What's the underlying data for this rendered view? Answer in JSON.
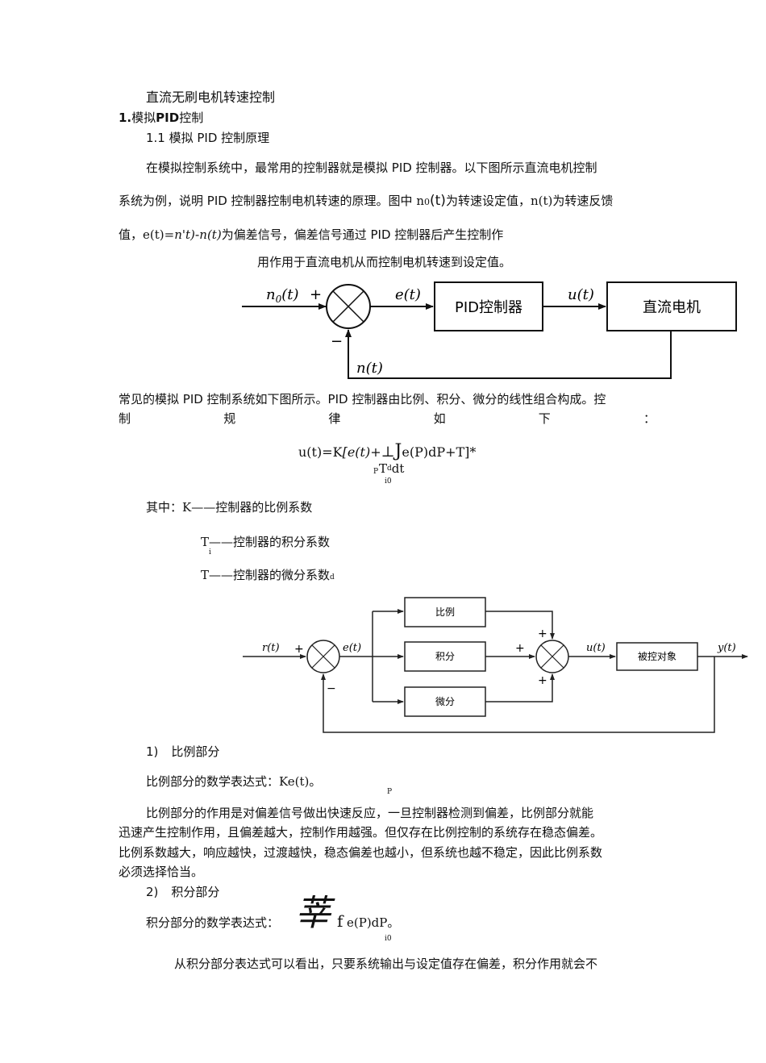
{
  "doc": {
    "title": "直流无刷电机转速控制",
    "h1_num": "1.",
    "h1_a": "模拟",
    "h1_b": "PID",
    "h1_c": "控制",
    "h2": "1.1 模拟 PID 控制原理",
    "p1_line1": "在模拟控制系统中，最常用的控制器就是模拟 PID 控制器。以下图所示直流电机控制",
    "p1_line2a": "系统为例，说明 PID 控制器控制电机转速的原理。图中 ",
    "p1_line2b": "n",
    "p1_line2c": "0",
    "p1_line2d": "(t)",
    "p1_line2e": "为转速设定值，",
    "p1_line2f": "n(t)",
    "p1_line2g": "为转速反馈",
    "p1_line3a": "值，",
    "p1_line3b": "e(t)=",
    "p1_line3c": "n't)",
    "p1_line3d": "-",
    "p1_line3e": "n(t)",
    "p1_line3f": "为偏差信号，偏差信号通过 PID 控制器后产生控制作",
    "p1_line4": "用作用于直流电机从而控制电机转速到设定值。",
    "p2_line1": "常见的模拟 PID 控制系统如下图所示。PID 控制器由比例、积分、微分的线性组合构成。控",
    "p2_line2": [
      "制",
      "规",
      "律",
      "如",
      "下",
      "："
    ],
    "formula_main_a": "u(t)=K",
    "formula_main_b": "[e(t)",
    "formula_main_c": "+",
    "formula_main_d": "⊥",
    "formula_main_e": "J",
    "formula_main_f": "e(P)dP+T]*",
    "formula_sub_p": "P",
    "formula_sub_t": "T",
    "formula_sub_d": "d",
    "formula_sub_dt": "dt",
    "formula_sub_i0": "i0",
    "where_a": "其中：K——控制器的比例系数",
    "where_b_t": "T",
    "where_b_i": "i",
    "where_b_rest": "——控制器的积分系数",
    "where_c": "T——控制器的微分系数",
    "where_c_d": "d",
    "s1_head_num": "1)",
    "s1_head": "比例部分",
    "s1_expr": "比例部分的数学表达式：Ke(t)。",
    "s1_expr_sub": "P",
    "s1_p_line1": "比例部分的作用是对偏差信号做出快速反应，一旦控制器检测到偏差，比例部分就能",
    "s1_p_line2": "迅速产生控制作用，且偏差越大，控制作用越强。但仅存在比例控制的系统存在稳态偏差。",
    "s1_p_line3": "比例系数越大，响应越快，过渡越快，稳态偏差也越小，但系统也越不稳定，因此比例系数",
    "s1_p_line4": "必须选择恰当。",
    "s2_head_num": "2)",
    "s2_head": "积分部分",
    "s2_expr_a": "积分部分的数学表达式：",
    "s2_expr_glyph": "莘",
    "s2_expr_b": "f",
    "s2_expr_c": "e(P)dP。",
    "s2_expr_sub": "i0",
    "s2_p_line1": "从积分部分表达式可以看出，只要系统输出与设定值存在偏差，积分作用就会不"
  },
  "fig1": {
    "input_label": "n",
    "input_sub": "0",
    "input_arg": "(t)",
    "plus": "+",
    "minus": "−",
    "error_label": "e(t)",
    "controller": "PID控制器",
    "control_label": "u(t)",
    "plant": "直流电机",
    "feedback_label": "n(t)"
  },
  "fig2": {
    "input_label": "r(t)",
    "error_label": "e(t)",
    "block_p": "比例",
    "block_i": "积分",
    "block_d": "微分",
    "control_label": "u(t)",
    "plant": "被控对象",
    "output_label": "y(t)",
    "plus": "+",
    "minus": "−"
  }
}
